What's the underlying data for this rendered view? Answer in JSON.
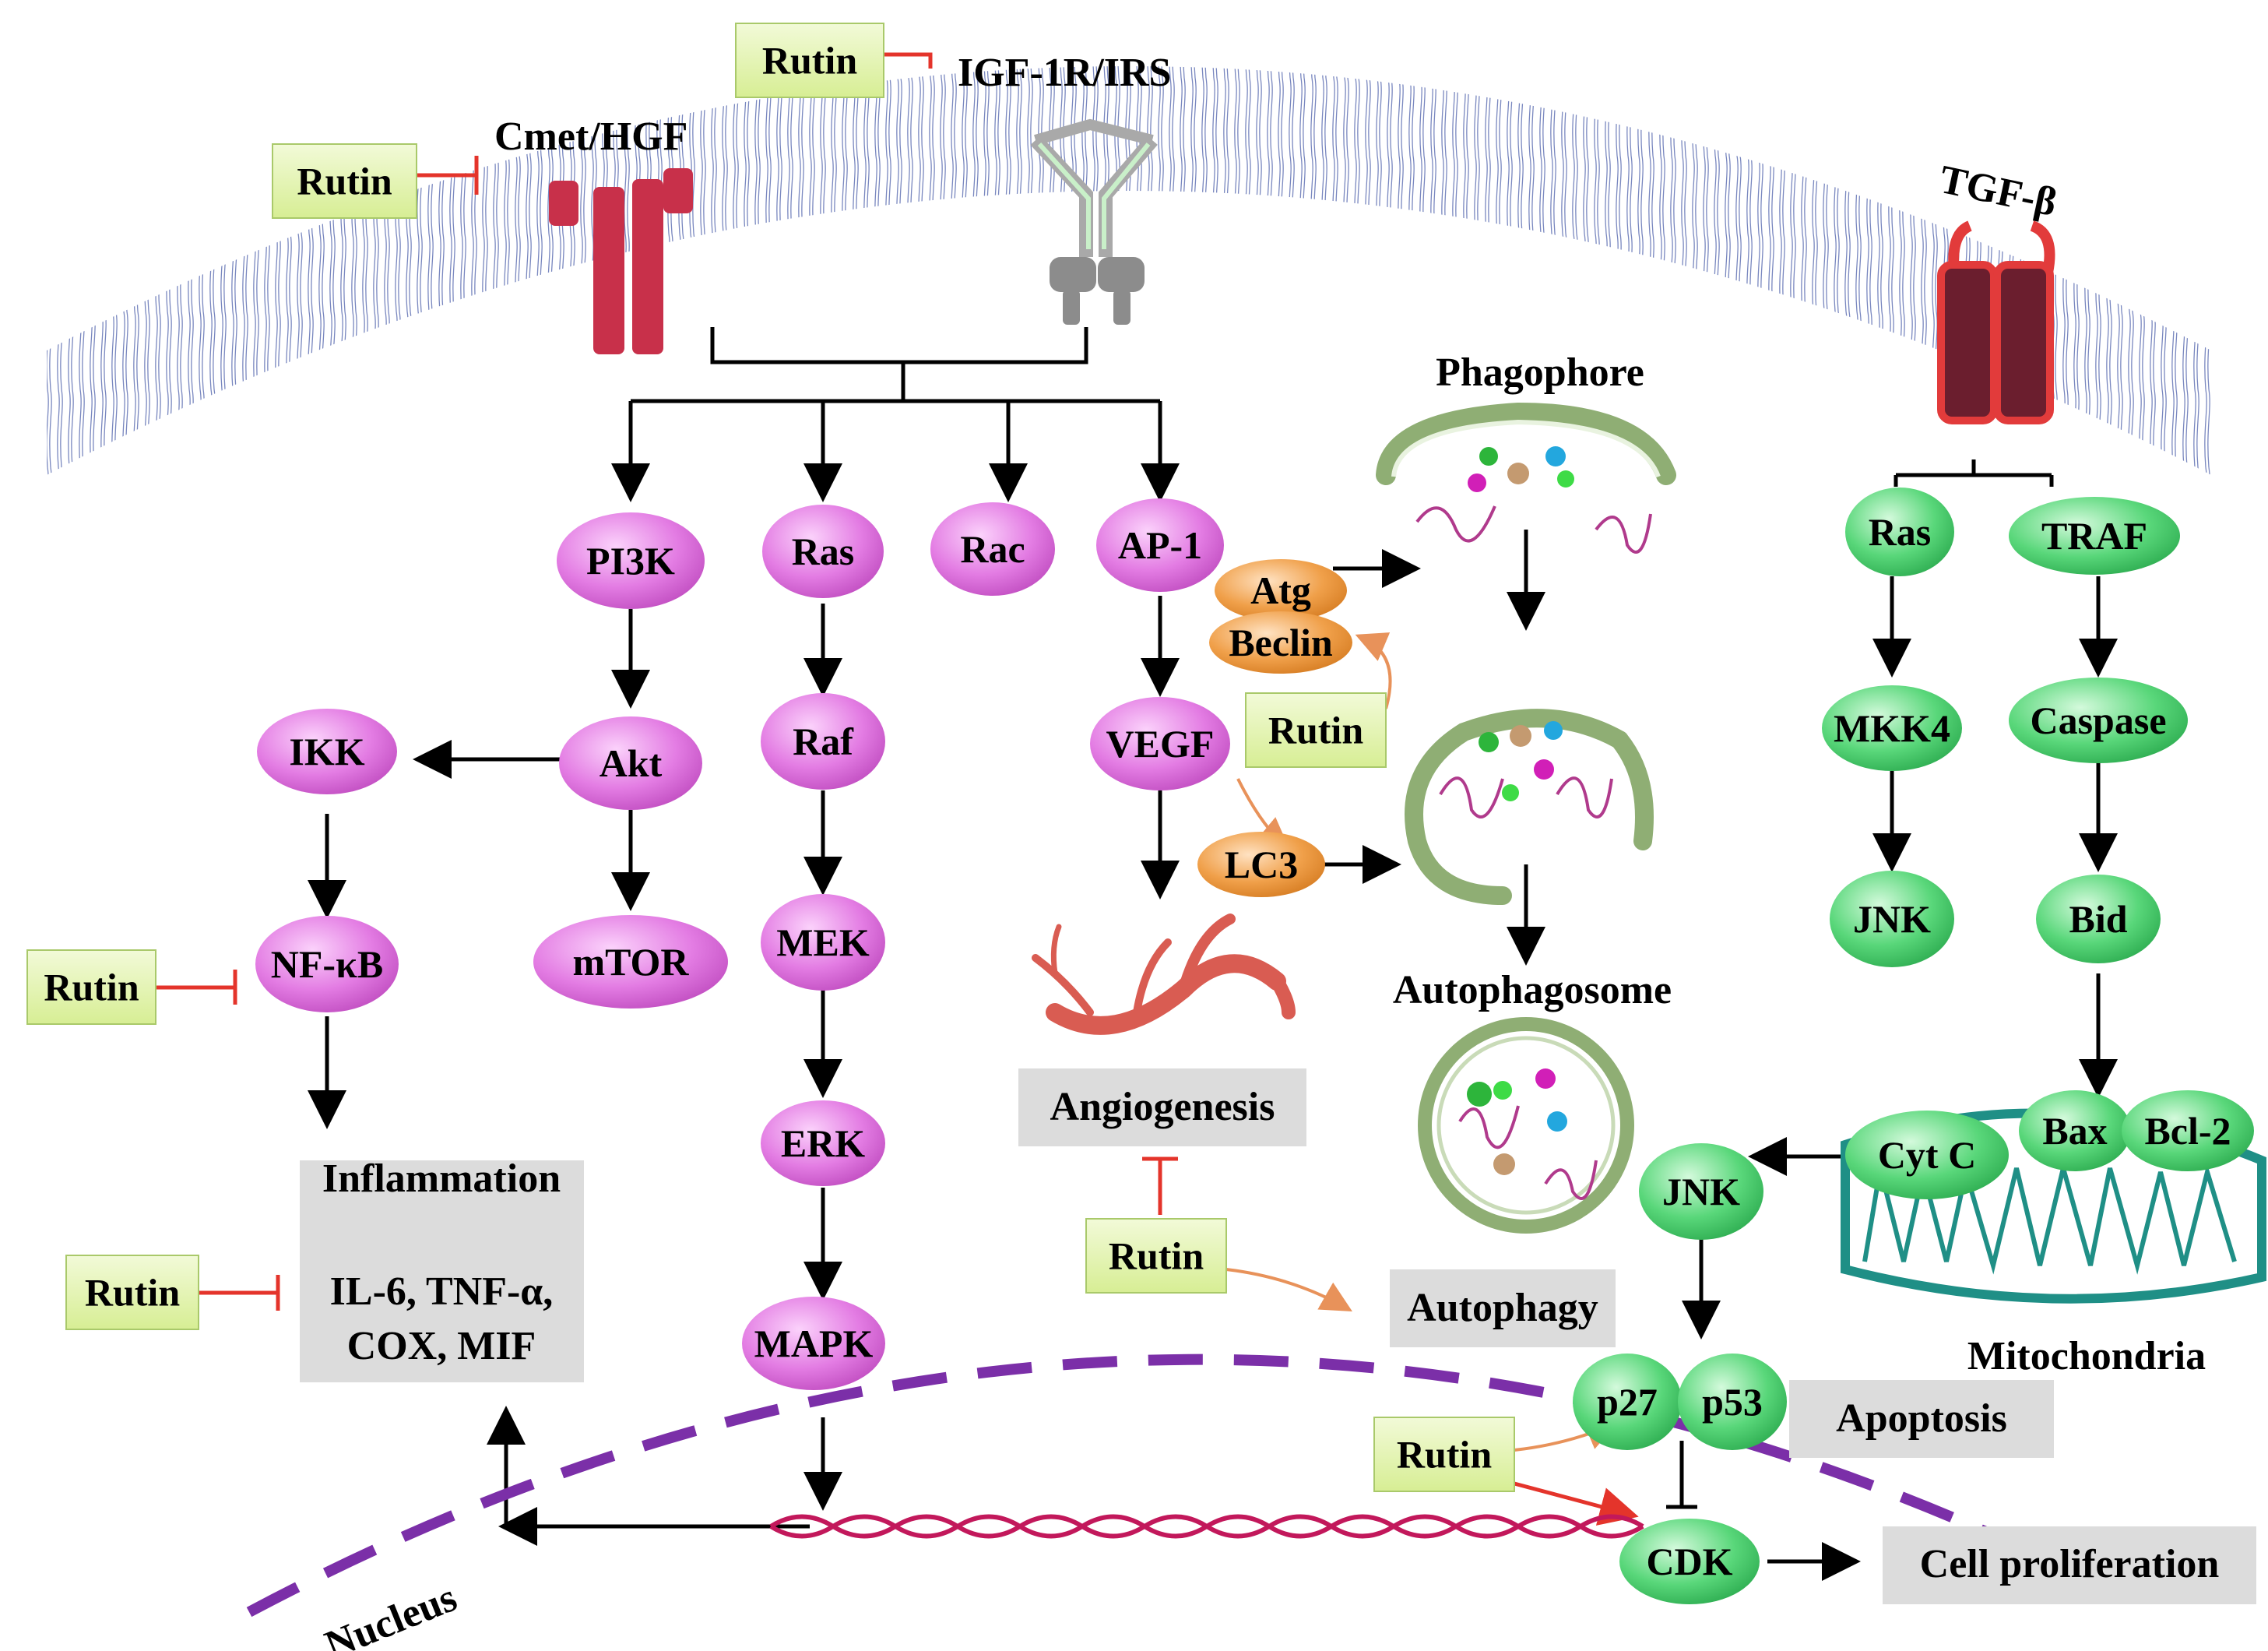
{
  "receptors": {
    "cmet": "Cmet/HGF",
    "igf": "IGF-1R/IRS",
    "tgf": "TGF-β"
  },
  "rutin_label": "Rutin",
  "nodes": {
    "pi3k": "PI3K",
    "ras": "Ras",
    "rac": "Rac",
    "ap1": "AP-1",
    "akt": "Akt",
    "ikk": "IKK",
    "nfkb": "NF-κB",
    "mtor": "mTOR",
    "raf": "Raf",
    "mek": "MEK",
    "erk": "ERK",
    "mapk": "MAPK",
    "vegf": "VEGF",
    "atg": "Atg",
    "beclin": "Beclin",
    "lc3": "LC3",
    "ras_r": "Ras",
    "traf": "TRAF",
    "mkk4": "MKK4",
    "caspase": "Caspase",
    "jnk_r": "JNK",
    "bid": "Bid",
    "cytc": "Cyt C",
    "bax": "Bax",
    "bcl2": "Bcl-2",
    "jnk_m": "JNK",
    "p27": "p27",
    "p53": "p53",
    "cdk": "CDK"
  },
  "labels": {
    "phagophore": "Phagophore",
    "autophagosome": "Autophagosome",
    "autophagy": "Autophagy",
    "angiogenesis": "Angiogenesis",
    "inflammation_title": "Inflammation",
    "inflammation_line1": "IL-6, TNF-α,",
    "inflammation_line2": "COX, MIF",
    "apoptosis": "Apoptosis",
    "cell_proliferation": "Cell proliferation",
    "mitochondria": "Mitochondria",
    "nucleus": "Nucleus"
  },
  "colors": {
    "pink_node": "#e37ce3",
    "green_node": "#59d77a",
    "orange_node": "#f0a04a",
    "rutin_box": "#e4f4b6",
    "gray_box": "#dcdcdc",
    "membrane": "#2633d6",
    "inhibit": "#e4342b",
    "nucleus_line": "#7b2fa8",
    "dna": "#c2185b"
  }
}
